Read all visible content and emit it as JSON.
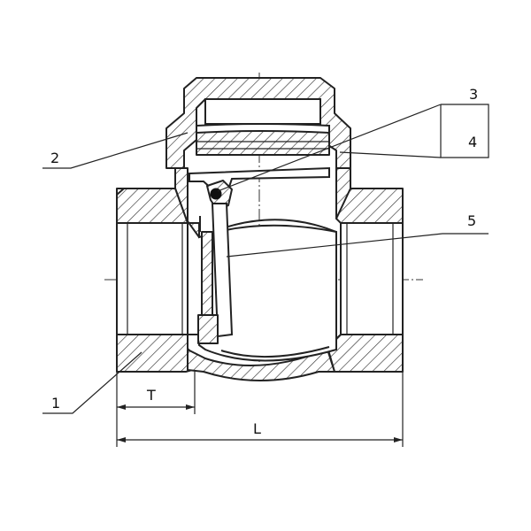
{
  "labels": {
    "part1": "1",
    "part2": "2",
    "part3": "3",
    "part4": "4",
    "part5": "5"
  },
  "dimensions": {
    "thread_length": "T",
    "overall_length": "L"
  },
  "colors": {
    "line": "#222222",
    "background": "#ffffff"
  }
}
